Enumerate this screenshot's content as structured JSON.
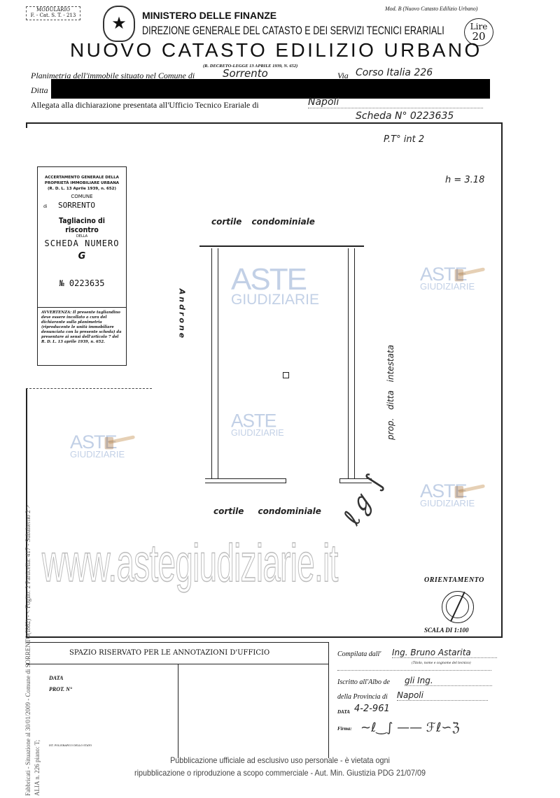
{
  "header": {
    "modulario": "MODULARIO",
    "modulario_code": "F. - Cat. S. T. - 213",
    "ministry": "MINISTERO DELLE FINANZE",
    "direction": "DIREZIONE GENERALE DEL CATASTO E DEI SERVIZI TECNICI ERARIALI",
    "model": "Mod. B (Nuovo Catasto Edilizio Urbano)",
    "stamp_label": "Lire",
    "stamp_value": "20",
    "title": "NUOVO CATASTO EDILIZIO URBANO",
    "law": "(R. DECRETO-LEGGE 13 APRILE 1939, N. 652)"
  },
  "form": {
    "planimetria_label": "Planimetria dell'immobile situato nel Comune di",
    "comune": "Sorrento",
    "via_label": "Via",
    "via": "Corso Italia 226",
    "ditta_label": "Ditta",
    "allegata_label": "Allegata alla dichiarazione presentata all'Ufficio Tecnico Erariale di",
    "ufficio": "Napoli",
    "scheda": "Scheda N° 0223635"
  },
  "tagliando": {
    "line1": "ACCERTAMENTO GENERALE DELLA",
    "line2": "PROPRIETÀ IMMOBILIARE URBANA",
    "line3": "(R. D. L. 13 Aprile 1939, n. 652)",
    "comune_label": "COMUNE",
    "di": "di",
    "comune": "SORRENTO",
    "title": "Tagliacino di riscontro",
    "della": "DELLA",
    "scheda": "SCHEDA NUMERO",
    "letter": "G",
    "numero": "№ 0223635",
    "avvertenza": "AVVERTENZA: Il presente tagliandino deve essere incollato a cura del dichiarante sulla planimetria (riproducente le unità immobiliare denunciata con la presente scheda) da presentare ai sensi dell'articolo 7 del R. D. L. 13 aprile 1939, n. 652."
  },
  "plan": {
    "floor": "P.T° int 2",
    "height": "h = 3.18",
    "cortile_top": "cortile condominiale",
    "cortile_bottom": "cortile condominiale",
    "androne": "Androne",
    "prop": "prop. ditta intestata",
    "orientamento": "ORIENTAMENTO",
    "scala": "SCALA DI 1:100"
  },
  "office": {
    "title": "SPAZIO RISERVATO PER LE ANNOTAZIONI D'UFFICIO",
    "data_label": "DATA",
    "prot_label": "PROT. N°",
    "printer": "IST. POLIGRAFICO DELLO STATO"
  },
  "compiler": {
    "compilata_label": "Compilata dall'",
    "compilata": "Ing. Bruno Astarita",
    "compilata_hint": "(Titolo, nome e cognome del tecnico)",
    "iscritto_label": "Iscritto all'Albo de",
    "iscritto": "gli Ing.",
    "provincia_label": "della Provincia di",
    "provincia": "Napoli",
    "data_label": "DATA",
    "data": "4-2-961",
    "firma_label": "Firma:"
  },
  "side_note": {
    "line1": "Fabbricati - Situazione al 30/01/2009 - Comune di SORRENTO(I862) - < Foglio: 2 Particella: 417 - Subalterno 2 >",
    "line2": "ALIA n. 226 piano: T;"
  },
  "watermark": {
    "aste": "ASTE",
    "giudiziarie": "GIUDIZIARIE",
    "site": "www.astegiudiziarie.it"
  },
  "footer": {
    "line1": "Pubblicazione ufficiale ad esclusivo uso personale - è vietata ogni",
    "line2": "ripubblicazione o riproduzione a scopo commerciale - Aut. Min. Giustizia PDG 21/07/09"
  }
}
